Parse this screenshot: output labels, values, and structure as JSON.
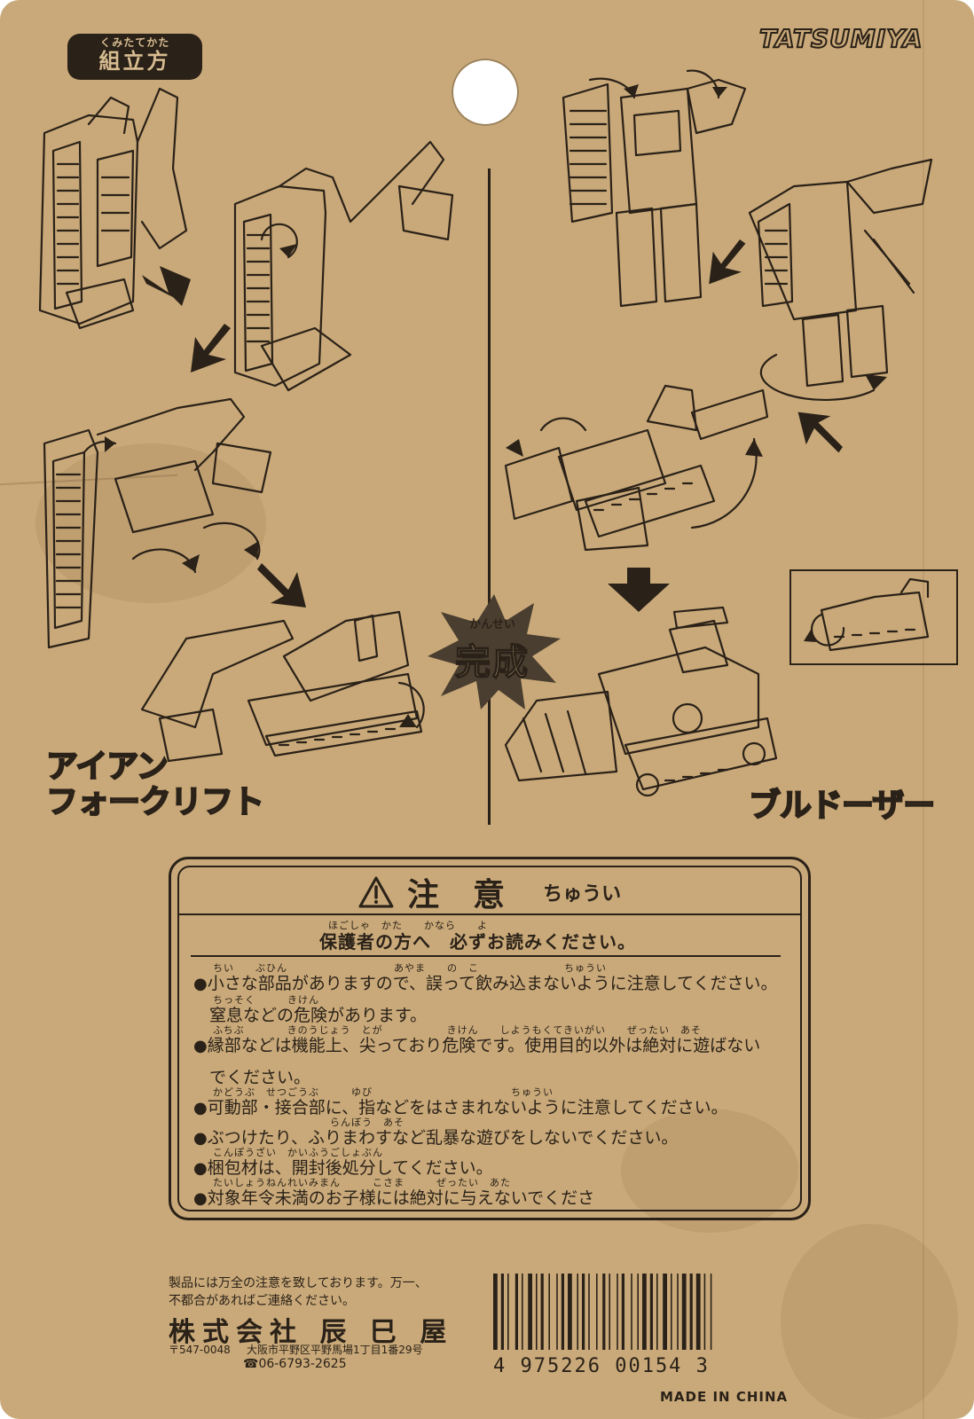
{
  "brand": "TATSUMIYA",
  "instructions": {
    "ruby": "くみたてかた",
    "label": "組立方"
  },
  "complete": {
    "ruby": "かんせい",
    "label": "完成"
  },
  "names": {
    "left_line1": "アイアン",
    "left_line2": "フォークリフト",
    "right": "ブルドーザー"
  },
  "caution": {
    "title": "注意",
    "kana": "ちゅうい",
    "subtitle_ruby": "ほごしゃ　かた　　かなら　　よ",
    "subtitle": "保護者の方へ　必ずお読みください。",
    "items": [
      {
        "ruby": "ちい　　ぶひん　　　　　　　　　　あやま　　の　こ　　　　　　　　ちゅうい",
        "text": "小さな部品がありますので、誤って飲み込まないように注意してください。"
      },
      {
        "ruby": "ちっそく　　　きけん",
        "text": "窒息などの危険があります。",
        "continuation": true
      },
      {
        "ruby": "ふちぶ　　　　きのうじょう　とが　　　　　　きけん　　しようもくてきいがい　　ぜったい　あそ",
        "text": "縁部などは機能上、尖っており危険です。使用目的以外は絶対に遊ばない"
      },
      {
        "ruby": "",
        "text": "でください。",
        "continuation": true
      },
      {
        "ruby": "かどうぶ　せつごうぶ　　　ゆび　　　　　　　　　　　　　ちゅうい",
        "text": "可動部・接合部に、指などをはさまれないように注意してください。"
      },
      {
        "ruby": "　　　　　　　　　　　らんぼう　あそ",
        "text": "ぶつけたり、ふりまわすなど乱暴な遊びをしないでください。"
      },
      {
        "ruby": "こんぽうざい　かいふうごしょぶん",
        "text": "梱包材は、開封後処分してください。"
      },
      {
        "ruby": "たいしょうねんれいみまん　　　こさま　　　ぜったい　あた",
        "text": "対象年令未満のお子様には絶対に与えないでくださ"
      }
    ]
  },
  "maker": {
    "note_line1": "製品には万全の注意を致しております。万一、",
    "note_line2": "不都合があればご連絡ください。",
    "company": "株式会社 辰 巳 屋",
    "postal": "〒547-0048",
    "address": "大阪市平野区平野馬場1丁目1番29号",
    "phone": "☎06-6793-2625"
  },
  "barcode_number": "4 975226 00154 3",
  "made_in": "MADE IN CHINA",
  "icons": {
    "warning": "warning-triangle-icon",
    "burst": "starburst-icon",
    "arrows": "rotation-arrow-icon"
  },
  "colors": {
    "cardboard": "#c9a979",
    "ink": "#2a2118"
  }
}
